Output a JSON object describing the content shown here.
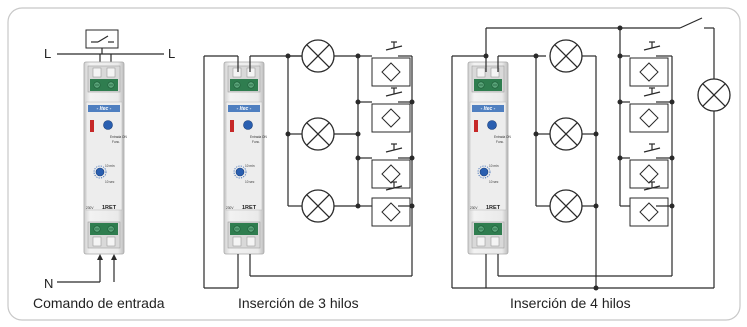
{
  "labels": {
    "phase_left": "L",
    "phase_right": "L",
    "neutral": "N"
  },
  "captions": {
    "input_command": "Comando de entrada",
    "three_wire": "Inserción de 3 hilos",
    "four_wire": "Inserción de 4 hilos"
  },
  "device": {
    "brand": "- Itec -",
    "model": "1RET",
    "voltage": "230V",
    "knob1_label": "Entrada ON",
    "knob1_sub": "Func.",
    "knob2_top": "10 min",
    "knob2_bottom": "10 sec"
  },
  "colors": {
    "frame": "#c8c8c8",
    "device_body": "#e8e8e8",
    "terminal_green": "#2f7d4f",
    "knob_blue": "#2a5fb0",
    "led_red": "#c62828"
  }
}
